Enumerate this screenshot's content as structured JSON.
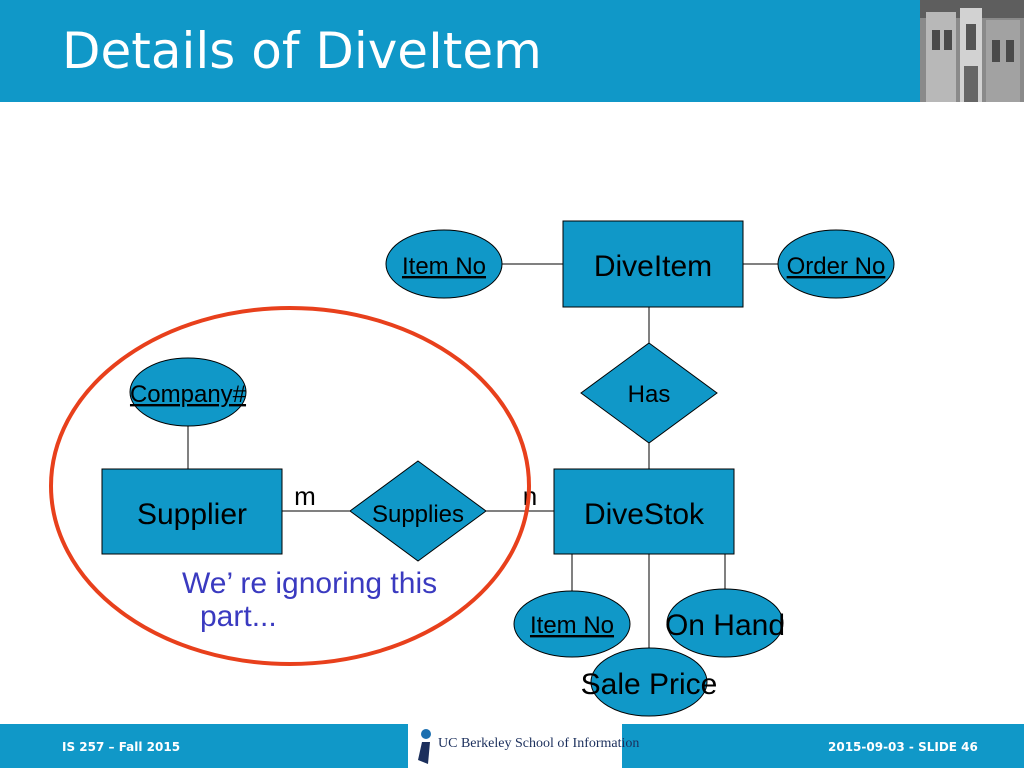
{
  "slide": {
    "title": "Details of DiveItem",
    "footer_left": "IS 257 – Fall 2015",
    "footer_right": "2015-09-03 - SLIDE 46",
    "logo_text": "UC Berkeley School of Information"
  },
  "diagram": {
    "entities": {
      "diveitem": "DiveItem",
      "supplier": "Supplier",
      "divestok": "DiveStok"
    },
    "relationships": {
      "has": "Has",
      "supplies": "Supplies"
    },
    "attributes": {
      "item_no_top": "Item No",
      "order_no": "Order No",
      "company_no": "Company#",
      "item_no_bottom": "Item No",
      "on_hand": "On Hand",
      "sale_price": "Sale Price"
    },
    "cardinality": {
      "m": "m",
      "n": "n"
    },
    "note_line1": "We’ re ignoring this",
    "note_line2": "part..."
  },
  "colors": {
    "header": "#1098c8",
    "shape_fill": "#1098c8",
    "highlight_circle": "#e8401c",
    "note_text": "#3a3ac0"
  }
}
